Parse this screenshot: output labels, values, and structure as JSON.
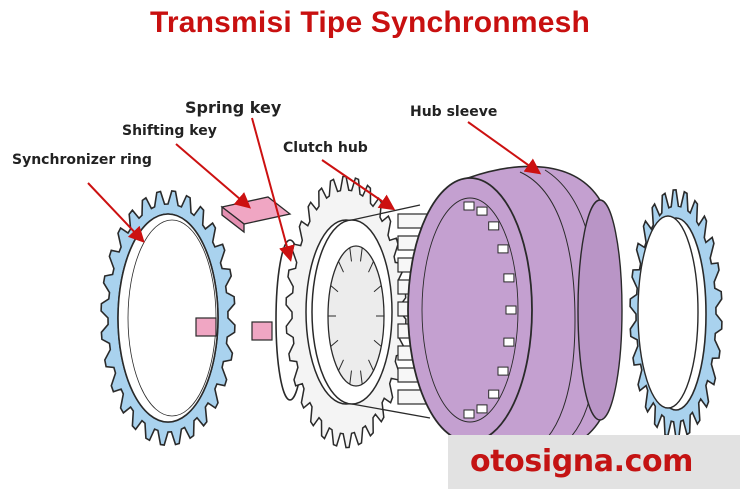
{
  "title": "Transmisi Tipe Synchronmesh",
  "labels": {
    "spring_key": "Spring key",
    "shifting_key": "Shifting key",
    "synchronizer_ring": "Synchronizer ring",
    "clutch_hub": "Clutch hub",
    "hub_sleeve": "Hub sleeve"
  },
  "watermark": "otosigna.com",
  "colors": {
    "title": "#c81010",
    "watermark_text": "#c41313",
    "watermark_bg": "#e2e2e2",
    "ring": "#a9d2ee",
    "sleeve": "#c4a0d0",
    "key": "#f0a6c3",
    "arrow": "#cc1111",
    "outline": "#2a2a2a"
  }
}
